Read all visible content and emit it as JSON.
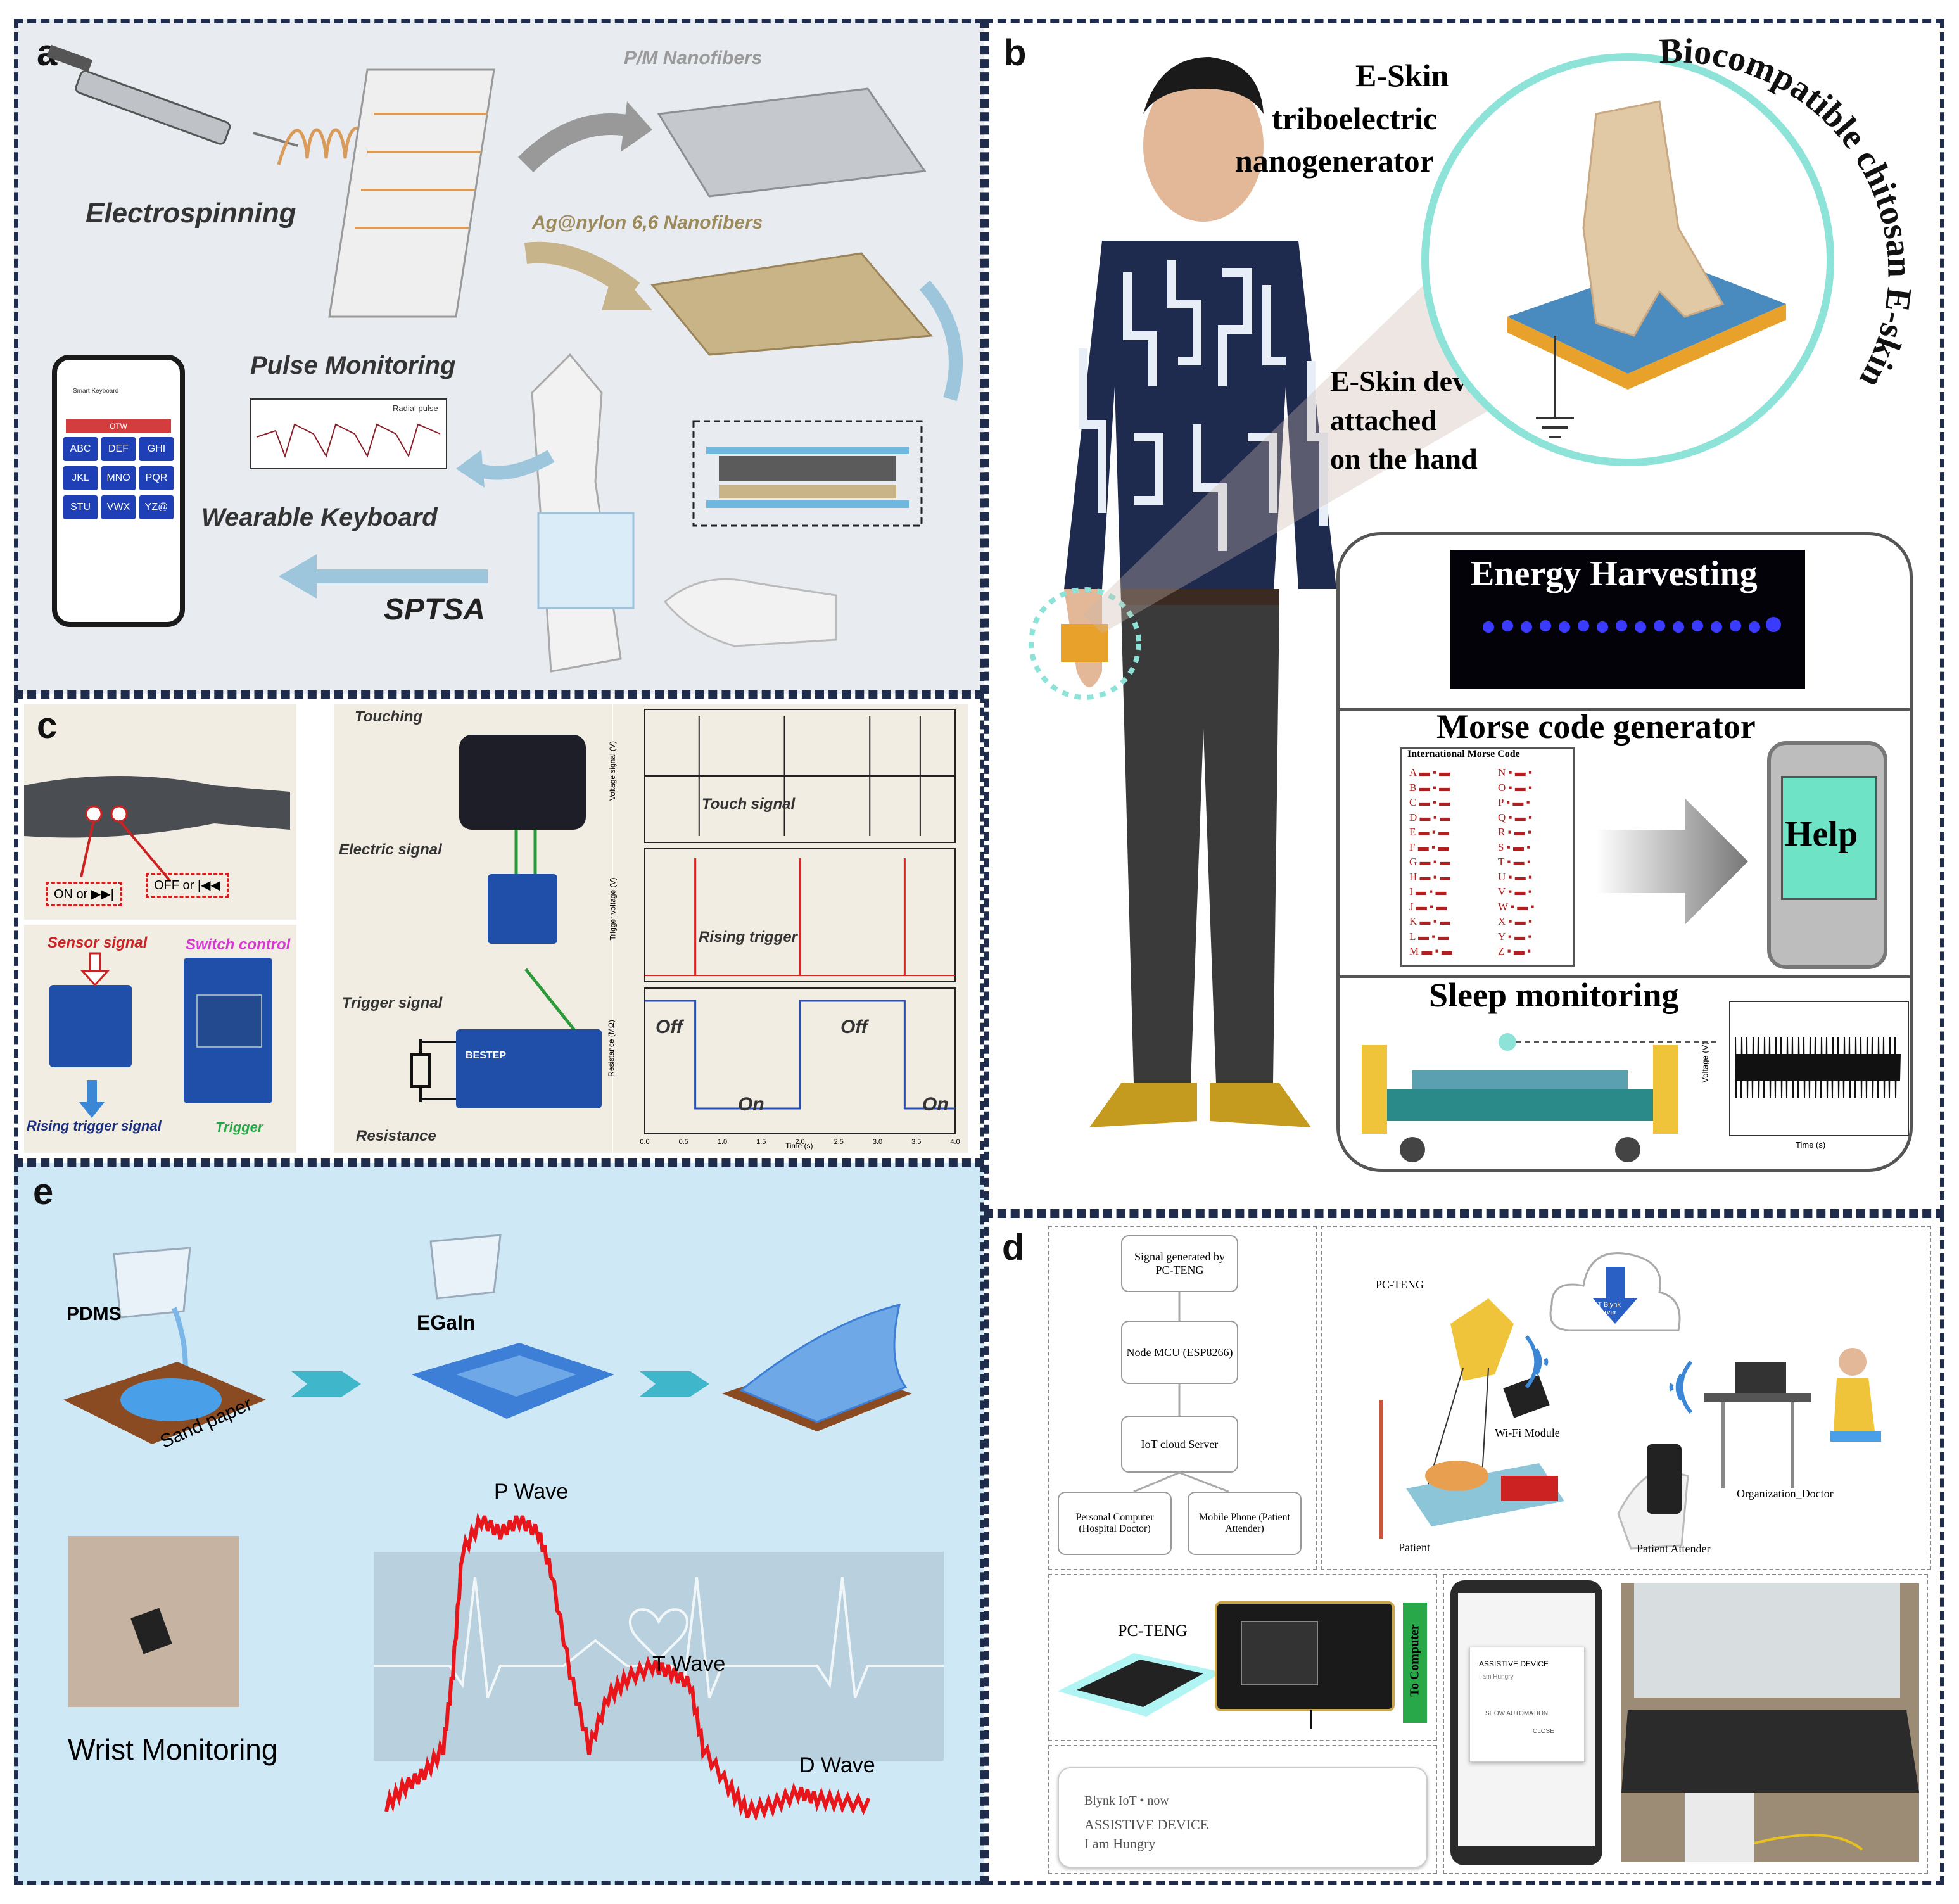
{
  "panel_a": {
    "label": "a",
    "electrospinning": "Electrospinning",
    "pm_nanofibers": "P/M Nanofibers",
    "ag_nanofibers": "Ag@nylon 6,6 Nanofibers",
    "pulse_monitoring": "Pulse Monitoring",
    "radial_pulse": "Radial pulse",
    "wearable_keyboard": "Wearable Keyboard",
    "sptsa": "SPTSA",
    "phone_title": "Smart Keyboard",
    "phone_button": "OTW",
    "keys": [
      "ABC",
      "DEF",
      "GHI",
      "JKL",
      "MNO",
      "PQR",
      "STU",
      "VWX",
      "YZ@"
    ]
  },
  "panel_b": {
    "label": "b",
    "eskin_title_1": "E-Skin",
    "eskin_title_2": "triboelectric",
    "eskin_title_3": "nanogenerator",
    "device_1": "E-Skin device",
    "device_2": "attached",
    "device_3": "on the hand",
    "arc_text": "Biocompatible chitosan E-skin",
    "energy_harvesting": "Energy Harvesting",
    "morse_code": "Morse code generator",
    "morse_table_title": "International Morse Code",
    "morse_left": [
      "A",
      "B",
      "C",
      "D",
      "E",
      "F",
      "G",
      "H",
      "I",
      "J",
      "K",
      "L",
      "M"
    ],
    "morse_right": [
      "N",
      "O",
      "P",
      "Q",
      "R",
      "S",
      "T",
      "U",
      "V",
      "W",
      "X",
      "Y",
      "Z"
    ],
    "help": "Help",
    "sleep_monitoring": "Sleep monitoring",
    "sleep_ylabel": "Voltage (V)",
    "sleep_xlabel": "Time (s)"
  },
  "panel_c": {
    "label": "c",
    "on_label": "ON or ▶▶|",
    "off_label": "OFF or |◀◀",
    "sensor_signal": "Sensor signal",
    "switch_control": "Switch control",
    "rising_trigger_signal": "Rising trigger signal",
    "trigger": "Trigger",
    "touching": "Touching",
    "electric_signal": "Electric signal",
    "trigger_signal": "Trigger signal",
    "resistance": "Resistance",
    "touch_signal": "Touch signal",
    "rising_trigger": "Rising trigger",
    "off": "Off",
    "on": "On",
    "chart1_ylabel": "Voltage signal (V)",
    "chart2_ylabel": "Trigger voltage (V)",
    "chart3_ylabel": "Resistance (MΩ)",
    "xlabel": "Time (s)",
    "relay_brand": "BESTEP"
  },
  "panel_d": {
    "label": "d",
    "flow_1": "Signal generated by PC-TENG",
    "flow_2": "Node MCU (ESP8266)",
    "flow_3": "IoT cloud Server",
    "flow_4": "Personal Computer (Hospital Doctor)",
    "flow_5": "Mobile Phone (Patient Attender)",
    "pc_teng": "PC-TENG",
    "iot_server": "IoT Blynk Server",
    "wifi_module": "Wi-Fi Module",
    "patient": "Patient",
    "patient_attender": "Patient Attender",
    "organization_doctor": "Organization_Doctor",
    "to_computer": "To Computer",
    "notif_app": "Blynk IoT • now",
    "notif_title": "ASSISTIVE DEVICE",
    "notif_body": "I am Hungry",
    "dialog_title": "ASSISTIVE DEVICE",
    "dialog_body": "I am Hungry",
    "dialog_btn1": "SHOW AUTOMATION",
    "dialog_btn2": "CLOSE"
  },
  "panel_e": {
    "label": "e",
    "pdms": "PDMS",
    "egain": "EGaIn",
    "sand_paper": "Sand paper",
    "wrist_monitoring": "Wrist Monitoring",
    "p_wave": "P Wave",
    "t_wave": "T Wave",
    "d_wave": "D Wave"
  },
  "colors": {
    "border": "#1f2c4c",
    "panel_a_bg": "#e8ebef",
    "panel_e_bg": "#cfe8f5",
    "pulse_red": "#e8161b",
    "key_blue": "#1e3fb5",
    "teal_circle": "#8ee3d8"
  }
}
